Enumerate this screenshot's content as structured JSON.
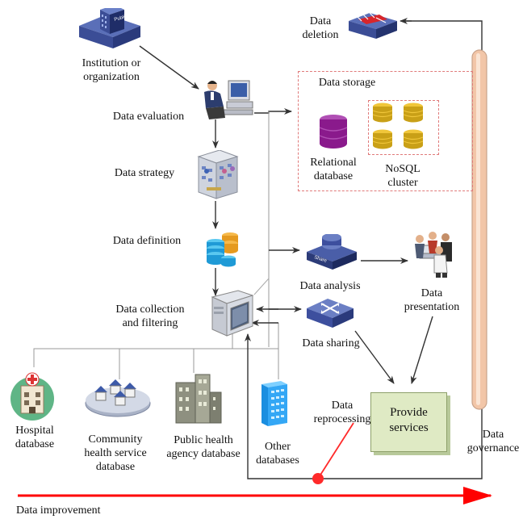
{
  "title": "",
  "nodes": {
    "institution": "Institution or organization",
    "evaluation": "Data evaluation",
    "strategy": "Data strategy",
    "definition": "Data definition",
    "collection": "Data collection and filtering",
    "storage": "Data storage",
    "relational": "Relational database",
    "nosql": "NoSQL cluster",
    "analysis": "Data analysis",
    "presentation": "Data presentation",
    "sharing": "Data sharing",
    "services": "Provide services",
    "deletion": "Data deletion",
    "governance": "Data governance",
    "reprocessing": "Data reprocessing",
    "improvement": "Data improvement",
    "hospital": "Hospital database",
    "community": "Community health service database",
    "publichealth": "Public health agency database",
    "other": "Other databases"
  },
  "labels": {
    "institution_l1": "Institution or",
    "institution_l2": "organization",
    "evaluation": "Data evaluation",
    "strategy": "Data strategy",
    "definition": "Data definition",
    "collection_l1": "Data collection",
    "collection_l2": "and filtering",
    "storage": "Data storage",
    "relational_l1": "Relational",
    "relational_l2": "database",
    "nosql_l1": "NoSQL",
    "nosql_l2": "cluster",
    "analysis": "Data analysis",
    "presentation_l1": "Data",
    "presentation_l2": "presentation",
    "sharing": "Data sharing",
    "services_l1": "Provide",
    "services_l2": "services",
    "deletion_l1": "Data",
    "deletion_l2": "deletion",
    "governance_l1": "Data",
    "governance_l2": "governance",
    "reprocessing_l1": "Data",
    "reprocessing_l2": "reprocessing",
    "improvement": "Data improvement",
    "hospital_l1": "Hospital",
    "hospital_l2": "database",
    "community_l1": "Community",
    "community_l2": "health service",
    "community_l3": "database",
    "publichealth_l1": "Public health",
    "publichealth_l2": "agency database",
    "other_l1": "Other",
    "other_l2": "databases",
    "public_sign": "Public",
    "share_badge": "Share"
  },
  "colors": {
    "arrow": "#333333",
    "improvement_arrow": "#ff0000",
    "reprocessing_line": "#ff2a2a",
    "governance_bar": "#f2c6a8",
    "services_box": "#dfeac4",
    "storage_border": "#e07a7a",
    "relational_db": "#8a1a8c",
    "nosql_db": "#c9a017",
    "device_blue": "#3d4f9e"
  },
  "icons": [
    "building-icon",
    "person-at-computer-icon",
    "office-building-icon",
    "database-stack-icon",
    "computer-terminal-icon",
    "relational-db-icon",
    "nosql-db-icon",
    "share-disk-icon",
    "meeting-people-icon",
    "router-icon",
    "firewall-icon",
    "hospital-icon",
    "community-houses-icon",
    "public-building-icon",
    "database-building-icon"
  ]
}
